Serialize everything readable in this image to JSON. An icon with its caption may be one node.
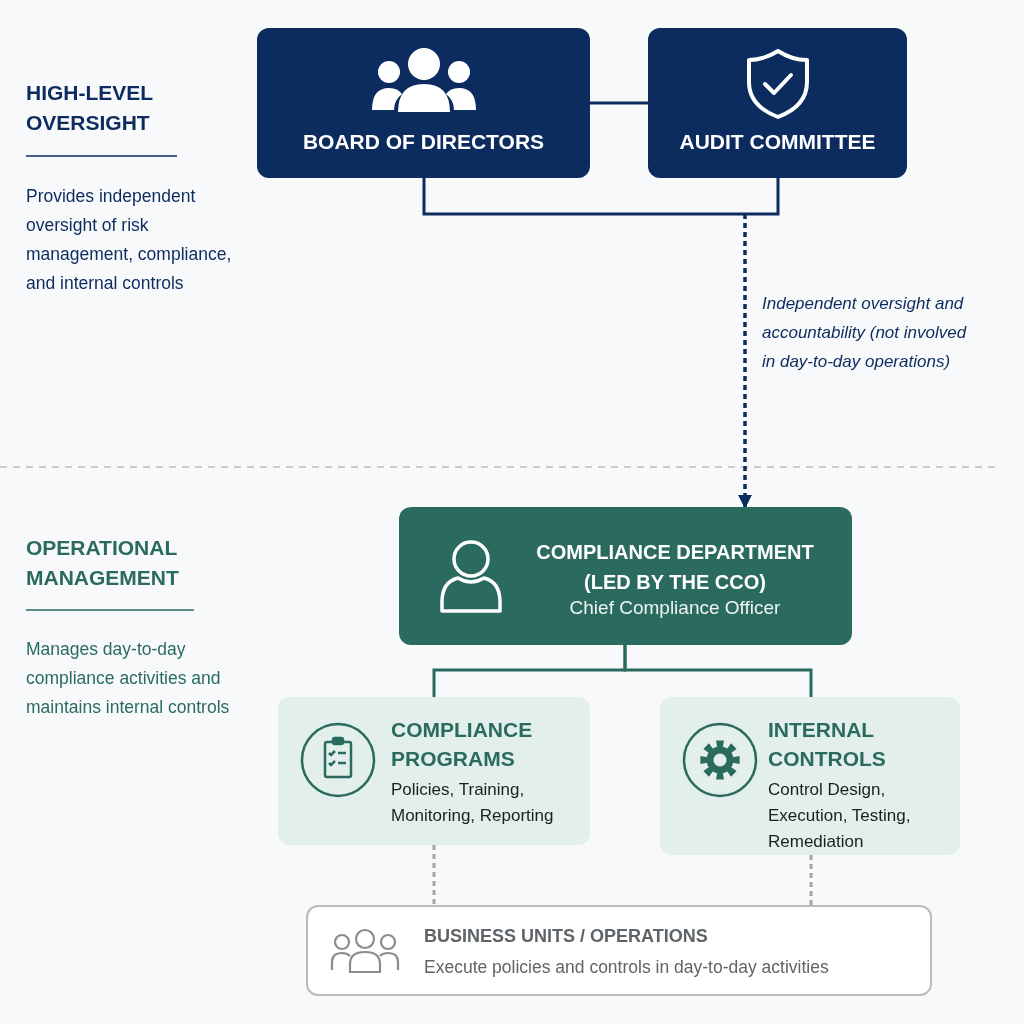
{
  "diagram": {
    "nodes": [
      {
        "text": [
          "BOARD OF DIRECTORS"
        ]
      },
      {
        "text": [
          "AUDIT COMMITTEE"
        ]
      },
      {
        "text": [
          "COMPLIANCE DEPARTMENT (LED BY THE CCO)",
          "Chief Compliance Officer"
        ]
      },
      {
        "text": [
          "COMPLIANCE PROGRAMS",
          "Policies, Training, Monitoring, Reporting"
        ]
      },
      {
        "text": [
          "INTERNAL CONTROLS",
          "Control Design, Execution, Testing, Remediation"
        ]
      },
      {
        "text": [
          "BUSINESS UNITS / OPERATIONS",
          "Execute policies and controls in day-to-day activities"
        ]
      }
    ],
    "edges": [
      {
        "from": 0,
        "to": 1,
        "arrow": "none"
      },
      {
        "from": 0,
        "to": 2,
        "arrow": "to",
        "style": "dashed"
      },
      {
        "from": 1,
        "to": 2,
        "arrow": "to",
        "style": "dashed",
        "label": "Independent oversight and accountability (not involved in day-to-day operations)"
      },
      {
        "from": 2,
        "to": 3,
        "arrow": "none",
        "color": "#2b6b5f"
      },
      {
        "from": 2,
        "to": 4,
        "arrow": "none",
        "color": "#2b6b5f"
      },
      {
        "from": 3,
        "to": 5,
        "arrow": "none",
        "style": "dashed",
        "color": "#a3a6a8"
      },
      {
        "from": 4,
        "to": 5,
        "arrow": "none",
        "style": "dashed",
        "color": "#a3a6a8"
      }
    ],
    "labels": [
      "HIGH-LEVEL OVERSIGHT",
      "Provides independent oversight of risk management, compliance, and internal controls",
      "OPERATIONAL MANAGEMENT",
      "Manages day-to-day compliance activities and maintains internal controls"
    ]
  }
}
